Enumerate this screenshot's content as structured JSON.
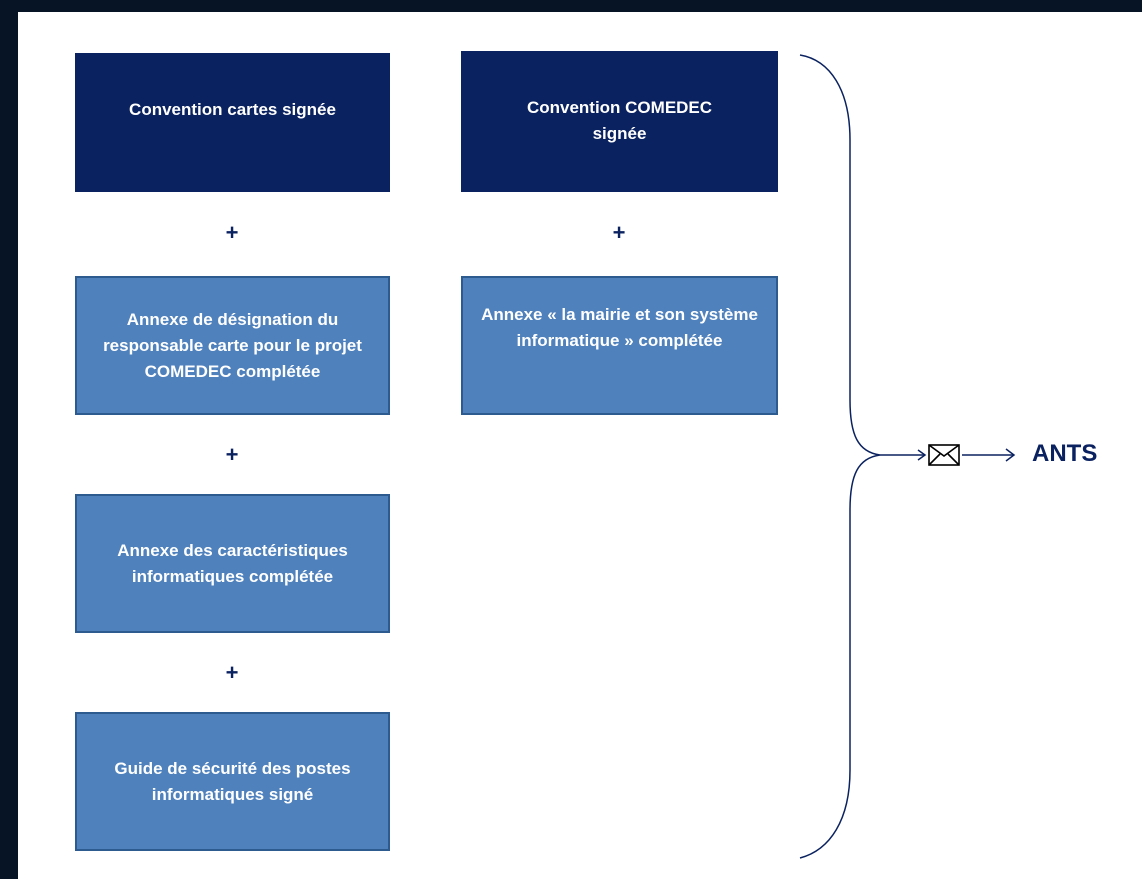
{
  "diagram": {
    "box_convention_cartes": "Convention cartes signée",
    "box_annexe_designation": "Annexe de désignation du responsable carte pour le projet COMEDEC complétée",
    "box_annexe_caracteristiques": "Annexe des caractéristiques informatiques complétée",
    "box_guide_securite": "Guide de sécurité des postes informatiques signé",
    "box_convention_comedec": "Convention COMEDEC signée",
    "box_annexe_mairie": "Annexe « la mairie et son système informatique » complétée",
    "plus": "+",
    "destination": "ANTS",
    "colors": {
      "dark_box": "#0b2260",
      "light_box": "#4f81bd",
      "frame": "#061426"
    },
    "icons": [
      "envelope-icon",
      "arrow-right-icon"
    ]
  }
}
